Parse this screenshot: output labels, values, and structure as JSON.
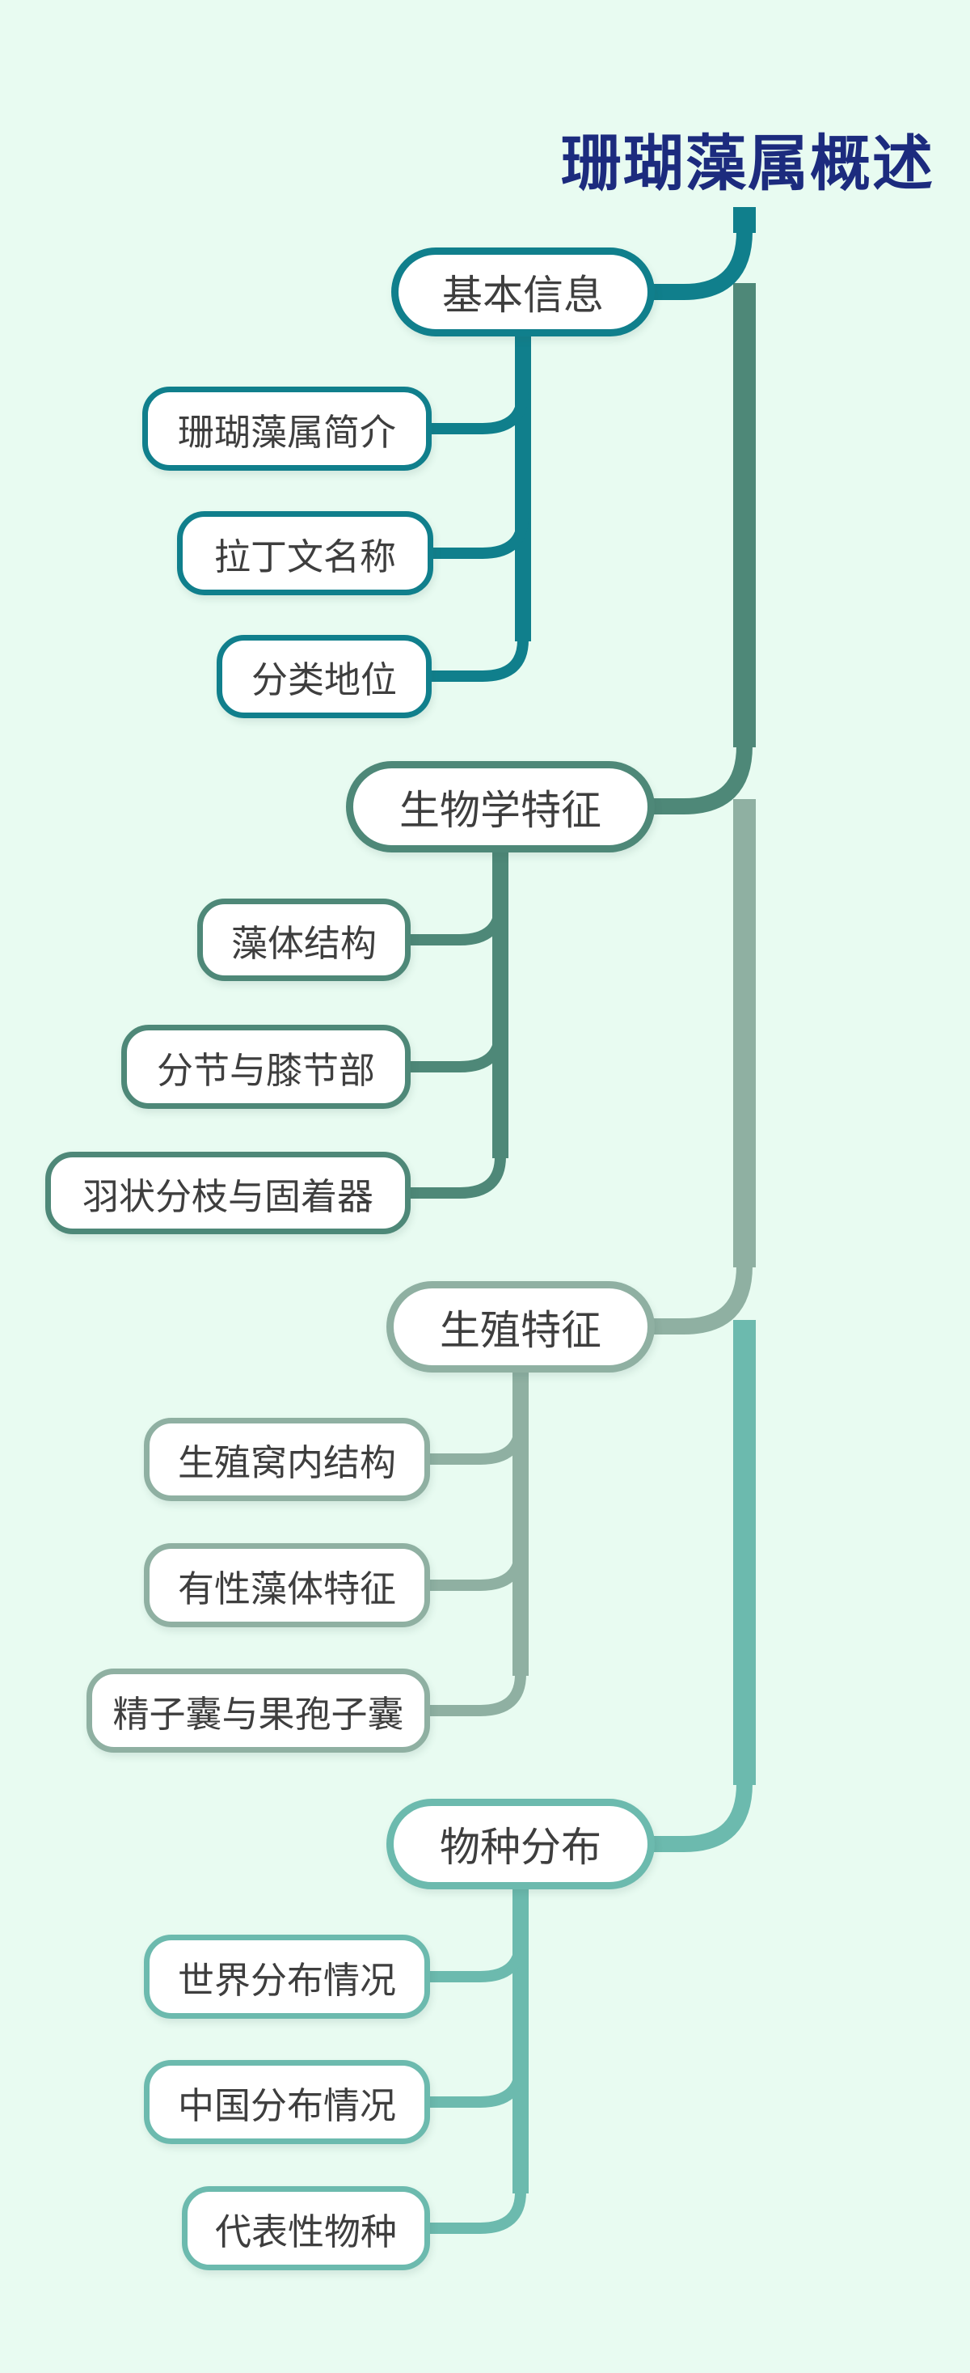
{
  "title": {
    "text": "珊瑚藻属概述",
    "color": "#1c2b7e"
  },
  "background_color": "#e8fbf1",
  "node_fill": "#ffffff",
  "node_text_color": "#3e3e3e",
  "branches": [
    {
      "label": "基本信息",
      "color": "#107f8c",
      "children": [
        {
          "label": "珊瑚藻属简介"
        },
        {
          "label": "拉丁文名称"
        },
        {
          "label": "分类地位"
        }
      ]
    },
    {
      "label": "生物学特征",
      "color": "#4e8878",
      "children": [
        {
          "label": "藻体结构"
        },
        {
          "label": "分节与膝节部"
        },
        {
          "label": "羽状分枝与固着器"
        }
      ]
    },
    {
      "label": "生殖特征",
      "color": "#8fb0a2",
      "children": [
        {
          "label": "生殖窝内结构"
        },
        {
          "label": "有性藻体特征"
        },
        {
          "label": "精子囊与果孢子囊"
        }
      ]
    },
    {
      "label": "物种分布",
      "color": "#6cbaae",
      "children": [
        {
          "label": "世界分布情况"
        },
        {
          "label": "中国分布情况"
        },
        {
          "label": "代表性物种"
        }
      ]
    }
  ]
}
